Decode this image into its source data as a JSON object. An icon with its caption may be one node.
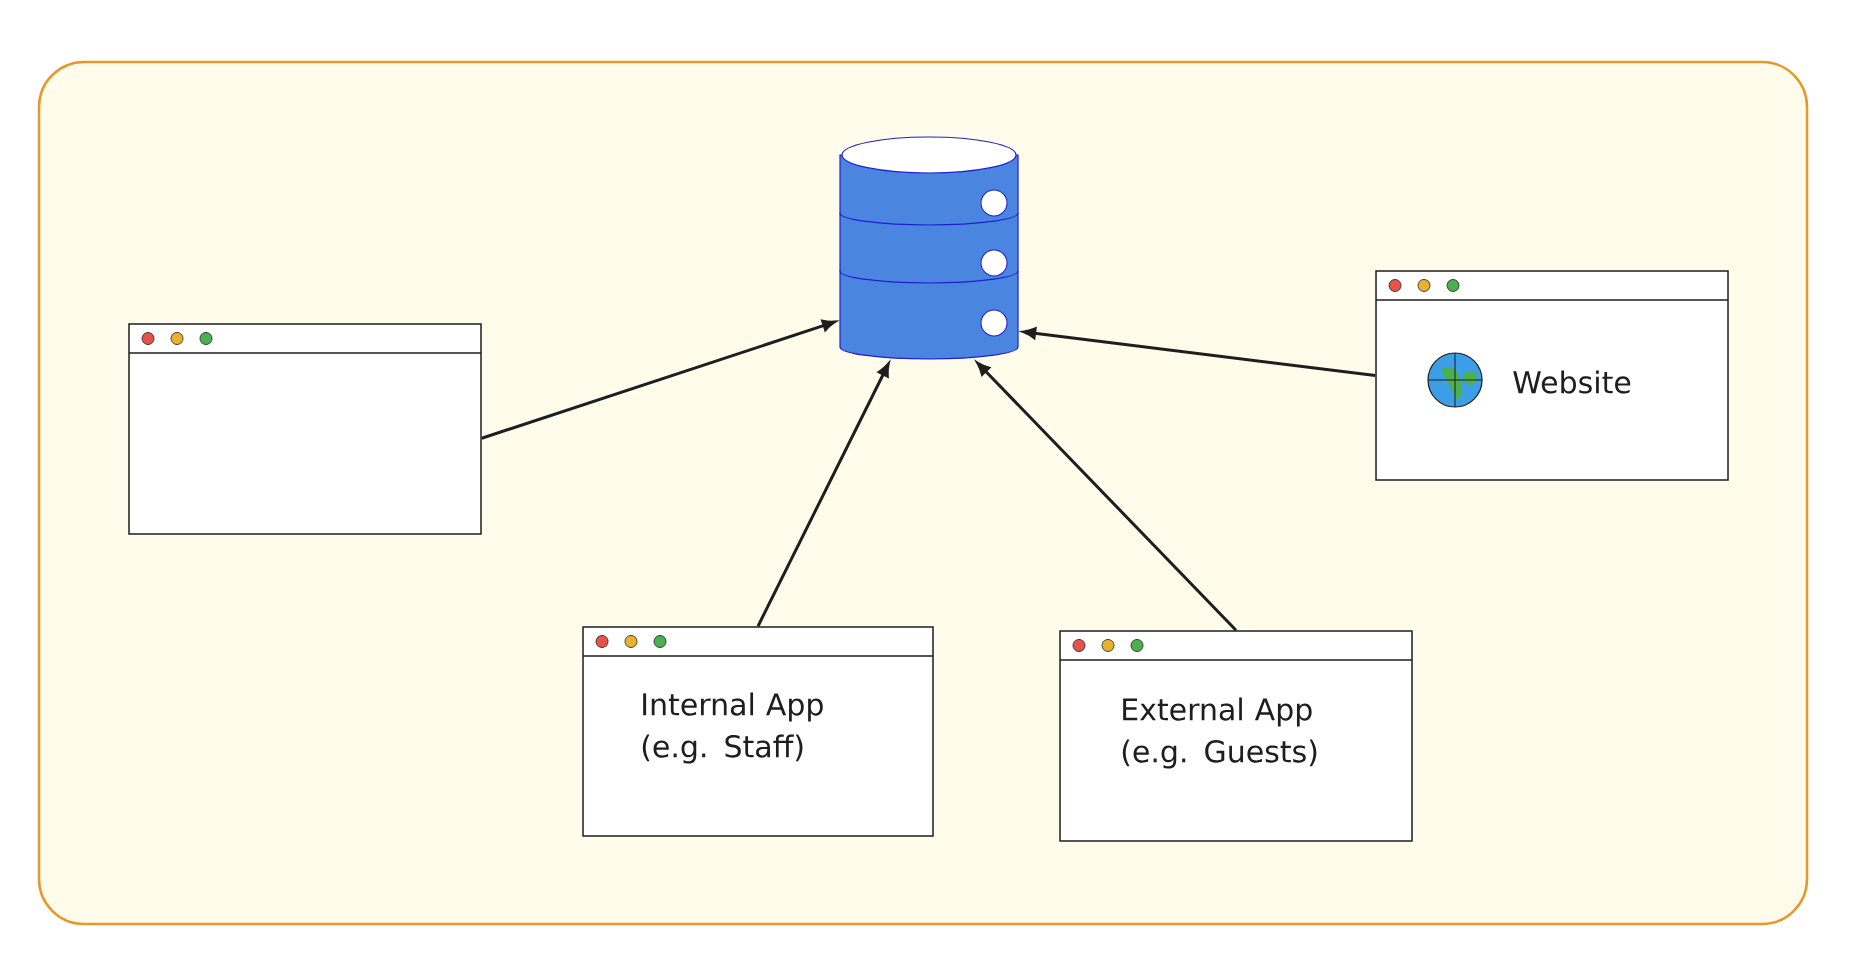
{
  "diagram": {
    "nodes": [
      {
        "text": [],
        "shape": "cylinder"
      },
      {
        "text": [
          "Website"
        ]
      },
      {
        "text": [],
        "shape": "box"
      },
      {
        "text": [
          "Internal App (e.g. Staff)"
        ]
      },
      {
        "text": [
          "External App (e.g. Guests)"
        ]
      }
    ],
    "edges": [
      {
        "from": 1,
        "to": 0,
        "arrow": "to"
      },
      {
        "from": 2,
        "to": 0,
        "arrow": "to"
      },
      {
        "from": 3,
        "to": 0,
        "arrow": "to"
      },
      {
        "from": 4,
        "to": 0,
        "arrow": "to"
      }
    ]
  }
}
